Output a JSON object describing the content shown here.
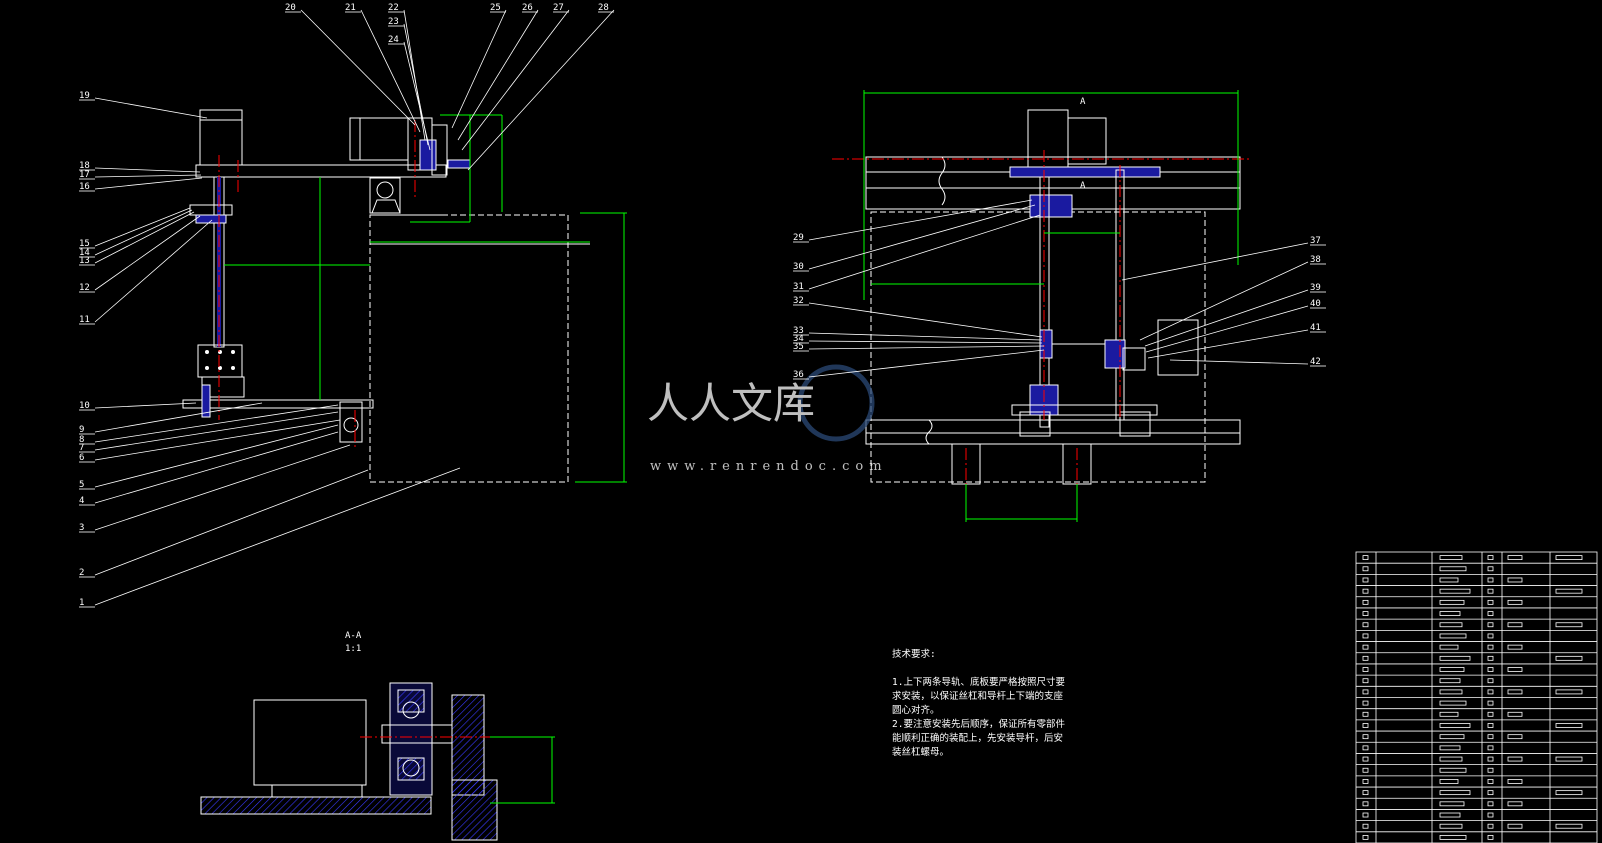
{
  "callouts_left": [
    "20",
    "21",
    "22",
    "23",
    "24",
    "25",
    "26",
    "27",
    "28",
    "19",
    "18",
    "17",
    "16",
    "15",
    "14",
    "13",
    "12",
    "11",
    "10",
    "9",
    "8",
    "7",
    "6",
    "5",
    "4",
    "3",
    "2",
    "1"
  ],
  "callouts_right": [
    "29",
    "30",
    "31",
    "32",
    "33",
    "34",
    "35",
    "36",
    "37",
    "38",
    "39",
    "40",
    "41",
    "42"
  ],
  "section_view": {
    "title": "A-A",
    "scale": "1:1"
  },
  "section_marker": "A",
  "tech_notes": {
    "title": "技术要求:",
    "lines": [
      "1.上下两条导轨、底板要严格按照尺寸要",
      "求安装，以保证丝杠和导杆上下端的支座",
      "圆心对齐。",
      "2.要注意安装先后顺序，保证所有零部件",
      "能顺利正确的装配上，先安装导杆，后安",
      "装丝杠螺母。"
    ]
  },
  "watermark": {
    "brand": "人人文库",
    "url": "www.renrendoc.com"
  },
  "colors": {
    "background": "#000000",
    "line": "#ffffff",
    "dimension": "#00ff00",
    "centerline": "#ff0000",
    "part_fill": "#1a1aa0",
    "hatch": "#3a3aff",
    "watermark": "#2b4a77"
  }
}
